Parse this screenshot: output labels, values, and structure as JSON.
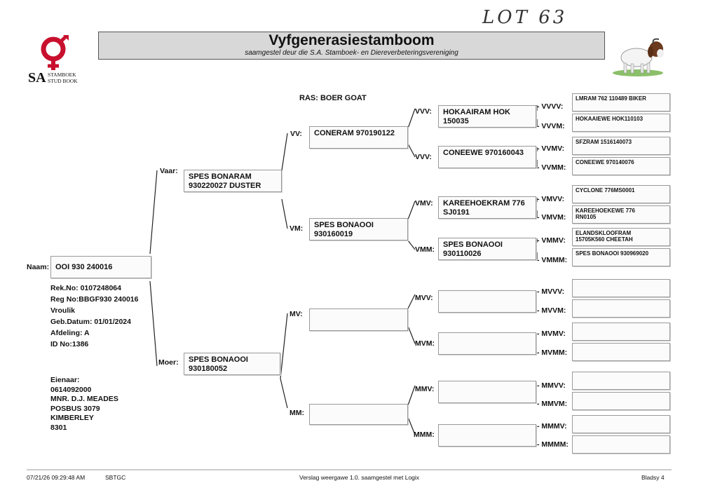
{
  "handwritten_note": "LOT 63",
  "logo": {
    "text_sa": "SA",
    "text_line1": "STAMBOEK",
    "text_line2": "STUD BOOK"
  },
  "header": {
    "title": "Vyfgenerasiestamboom",
    "subtitle": "saamgestel deur die S.A. Stamboek- en Diereverbeteringsvereniging"
  },
  "ras": "RAS: BOER GOAT",
  "animal": {
    "label": "Naam:",
    "name": "OOI 930 240016",
    "details": [
      "Rek.No: 0107248064",
      "Reg No:BBGF930 240016",
      "Vroulik",
      "Geb.Datum: 01/01/2024",
      "Afdeling: A",
      "ID No:1386"
    ],
    "owner": [
      "Eienaar:",
      "0614092000",
      "MNR. D.J. MEADES",
      "POSBUS 3079",
      "KIMBERLEY",
      "8301"
    ]
  },
  "gen1": {
    "vaar": {
      "label": "Vaar:",
      "name": "SPES BONARAM\n930220027 DUSTER"
    },
    "moer": {
      "label": "Moer:",
      "name": "SPES BONAOOI\n930180052"
    }
  },
  "gen2": {
    "vv": {
      "label": "VV:",
      "name": "CONERAM 970190122"
    },
    "vm": {
      "label": "VM:",
      "name": "SPES BONAOOI\n930160019"
    },
    "mv": {
      "label": "MV:",
      "name": ""
    },
    "mm": {
      "label": "MM:",
      "name": ""
    }
  },
  "gen3": {
    "vvv": {
      "label": "VVV:",
      "name": "HOKAAIRAM HOK\n150035"
    },
    "vvm": {
      "label": "VVV:",
      "name": "CONEEWE 970160043"
    },
    "vmv": {
      "label": "VMV:",
      "name": "KAREEHOEKRAM 776\nSJ0191"
    },
    "vmm": {
      "label": "VMM:",
      "name": "SPES BONAOOI\n930110026"
    },
    "mvv": {
      "label": "MVV:",
      "name": ""
    },
    "mvm": {
      "label": "MVM:",
      "name": ""
    },
    "mmv": {
      "label": "MMV:",
      "name": ""
    },
    "mmm": {
      "label": "MMM:",
      "name": ""
    }
  },
  "gen4": {
    "vvvv": {
      "label": "- VVVV:",
      "name": "LMRAM 762 110489 BIKER"
    },
    "vvvm": {
      "label": "- VVVM:",
      "name": "HOKAAIEWE HOK110103"
    },
    "vvmv": {
      "label": "- VVMV:",
      "name": "SFZRAM 1516140073"
    },
    "vvmm": {
      "label": "- VVMM:",
      "name": "CONEEWE 970140076"
    },
    "vmvv": {
      "label": "- VMVV:",
      "name": "CYCLONE 776MS0001"
    },
    "vmvm": {
      "label": "- VMVM:",
      "name": "KAREEHOEKEWE 776\nRN0105"
    },
    "vmmv": {
      "label": "- VMMV:",
      "name": "ELANDSKLOOFRAM\n15705K560 CHEETAH"
    },
    "vmmm": {
      "label": "- VMMM:",
      "name": "SPES BONAOOI 930969020"
    },
    "mvvv": {
      "label": "- MVVV:",
      "name": ""
    },
    "mvvm": {
      "label": "- MVVM:",
      "name": ""
    },
    "mvmv": {
      "label": "- MVMV:",
      "name": ""
    },
    "mvmm": {
      "label": "- MVMM:",
      "name": ""
    },
    "mmvv": {
      "label": "- MMVV:",
      "name": ""
    },
    "mmvm": {
      "label": "- MMVM:",
      "name": ""
    },
    "mmmv": {
      "label": "- MMMV:",
      "name": ""
    },
    "mmmm": {
      "label": "- MMMM:",
      "name": ""
    }
  },
  "footer": {
    "timestamp": "07/21/26 09:29:48 AM",
    "code": "SBTGC",
    "version": "Verslag weergawe 1.0. saamgestel met Logix",
    "page": "Bladsy 4"
  },
  "colors": {
    "header_bg": "#d8d8d8",
    "logo_red": "#c8102e",
    "box_border": "#9a9a9a"
  }
}
